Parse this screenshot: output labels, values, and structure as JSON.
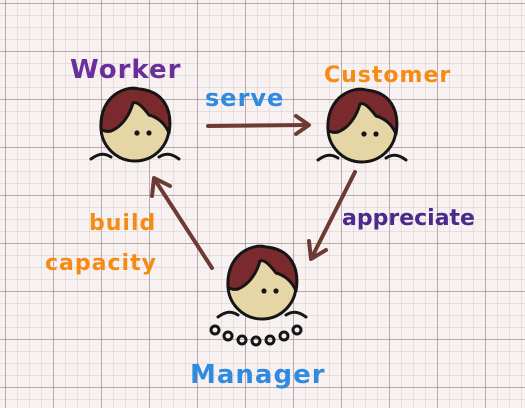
{
  "nodes": {
    "worker": {
      "label": "Worker",
      "color": "#6a2f9a"
    },
    "customer": {
      "label": "Customer",
      "color": "#f58a14"
    },
    "manager": {
      "label": "Manager",
      "color": "#2f8ae0"
    }
  },
  "edges": {
    "serve": {
      "label": "serve",
      "color": "#2f8ae0"
    },
    "appreciate": {
      "label": "appreciate",
      "color": "#4a2a8c"
    },
    "build": {
      "line1": "build",
      "line2": "capacity",
      "color": "#f58a14"
    }
  },
  "colors": {
    "hair": "#7a2a2c",
    "face": "#e6d6a6",
    "outline": "#151515",
    "arrow": "#6e3a34"
  }
}
